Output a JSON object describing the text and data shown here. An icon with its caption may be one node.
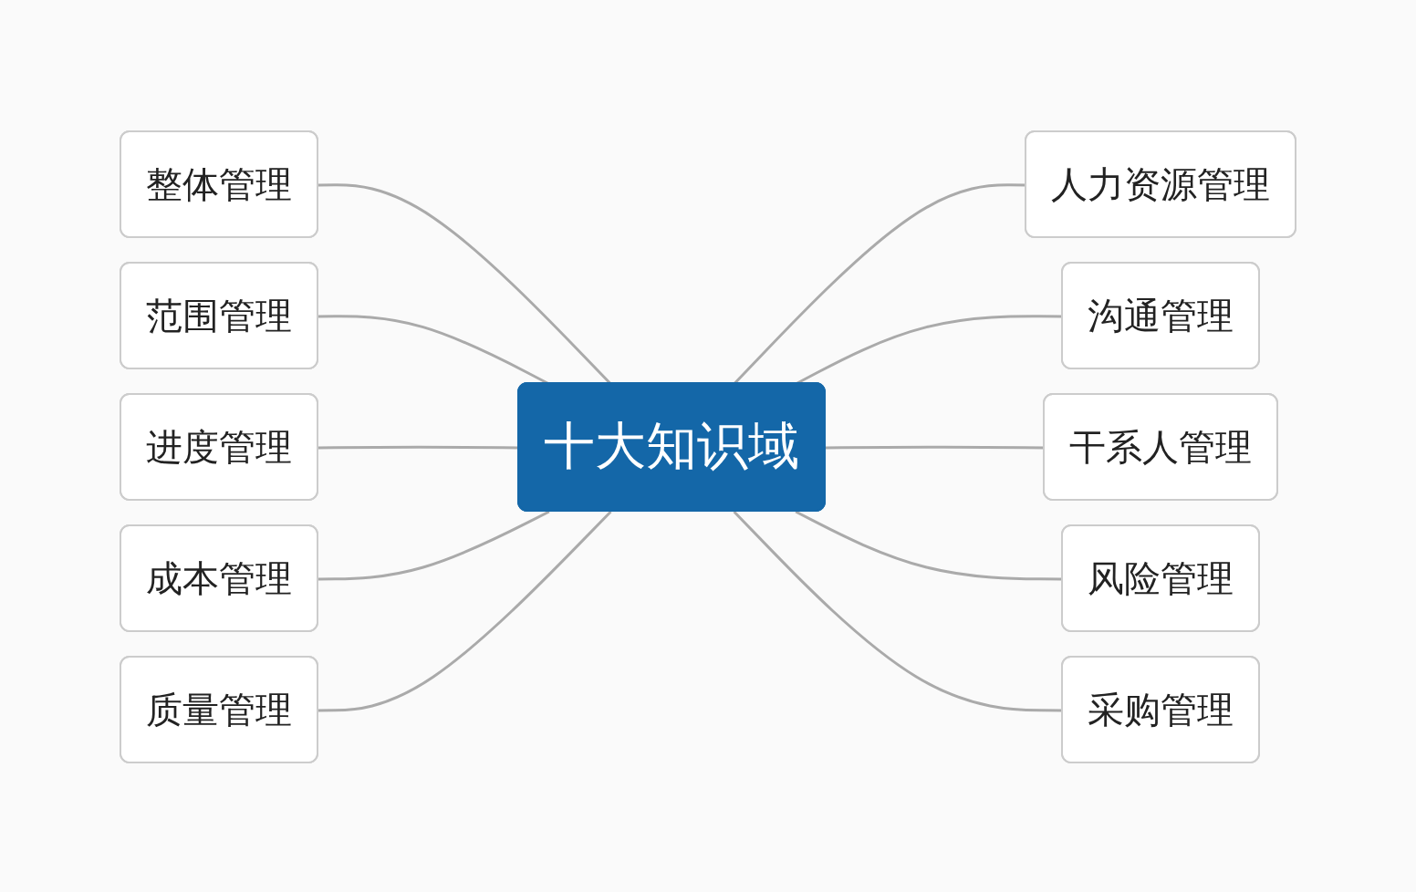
{
  "diagram": {
    "nodes": [
      {
        "text": [
          "十大知识域"
        ]
      },
      {
        "text": [
          "整体管理"
        ]
      },
      {
        "text": [
          "范围管理"
        ]
      },
      {
        "text": [
          "进度管理"
        ]
      },
      {
        "text": [
          "成本管理"
        ]
      },
      {
        "text": [
          "质量管理"
        ]
      },
      {
        "text": [
          "人力资源管理"
        ]
      },
      {
        "text": [
          "沟通管理"
        ]
      },
      {
        "text": [
          "干系人管理"
        ]
      },
      {
        "text": [
          "风险管理"
        ]
      },
      {
        "text": [
          "采购管理"
        ]
      }
    ],
    "edges": [
      {
        "from": 0,
        "to": 1,
        "arrow": "none"
      },
      {
        "from": 0,
        "to": 2,
        "arrow": "none"
      },
      {
        "from": 0,
        "to": 3,
        "arrow": "none"
      },
      {
        "from": 0,
        "to": 4,
        "arrow": "none"
      },
      {
        "from": 0,
        "to": 5,
        "arrow": "none"
      },
      {
        "from": 0,
        "to": 6,
        "arrow": "none"
      },
      {
        "from": 0,
        "to": 7,
        "arrow": "none"
      },
      {
        "from": 0,
        "to": 8,
        "arrow": "none"
      },
      {
        "from": 0,
        "to": 9,
        "arrow": "none"
      },
      {
        "from": 0,
        "to": 10,
        "arrow": "none"
      }
    ]
  }
}
